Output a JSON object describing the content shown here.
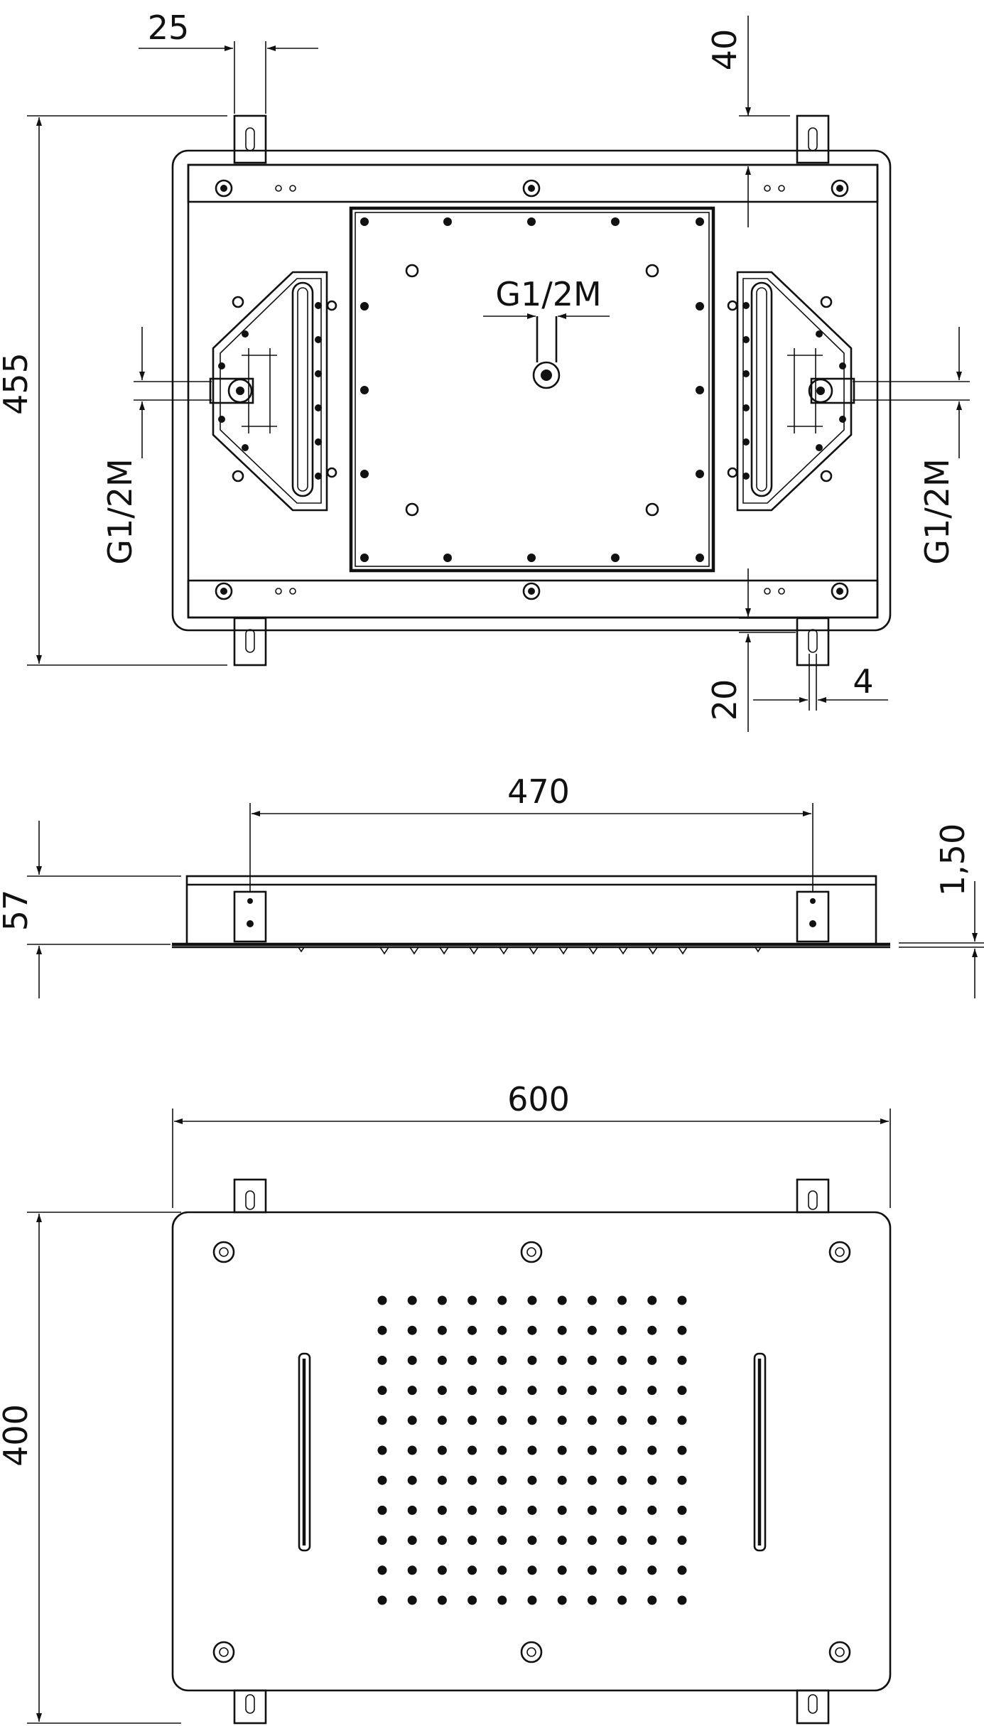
{
  "top_view": {
    "dim_tab_width": "25",
    "dim_tab_offset": "40",
    "dim_height": "455",
    "inlet_center": "G1/2M",
    "inlet_left": "G1/2M",
    "inlet_right": "G1/2M",
    "dim_tab_drop": "20",
    "dim_slot": "4"
  },
  "side_view": {
    "dim_width": "470",
    "dim_height": "57",
    "dim_plate": "1,50"
  },
  "front_view": {
    "dim_width": "600",
    "dim_height": "400",
    "nozzle_grid": {
      "rows": 11,
      "cols": 11
    }
  },
  "colors": {
    "line": "#111111",
    "background": "#ffffff"
  }
}
